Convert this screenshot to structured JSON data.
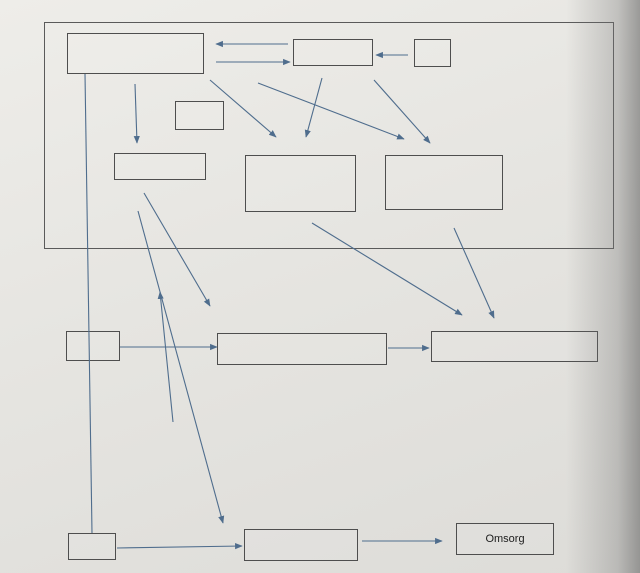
{
  "diagram": {
    "boxes": [
      {
        "id": "b1",
        "label": ""
      },
      {
        "id": "b2",
        "label": ""
      },
      {
        "id": "b3",
        "label": ""
      },
      {
        "id": "b4",
        "label": ""
      },
      {
        "id": "b5",
        "label": ""
      },
      {
        "id": "b6",
        "label": ""
      },
      {
        "id": "b7",
        "label": ""
      },
      {
        "id": "b8",
        "label": ""
      },
      {
        "id": "b9",
        "label": ""
      },
      {
        "id": "b10",
        "label": ""
      },
      {
        "id": "b11",
        "label": ""
      },
      {
        "id": "b12",
        "label": ""
      },
      {
        "id": "b13",
        "label": "Omsorg"
      }
    ],
    "line_color": "#4f6d8d"
  }
}
